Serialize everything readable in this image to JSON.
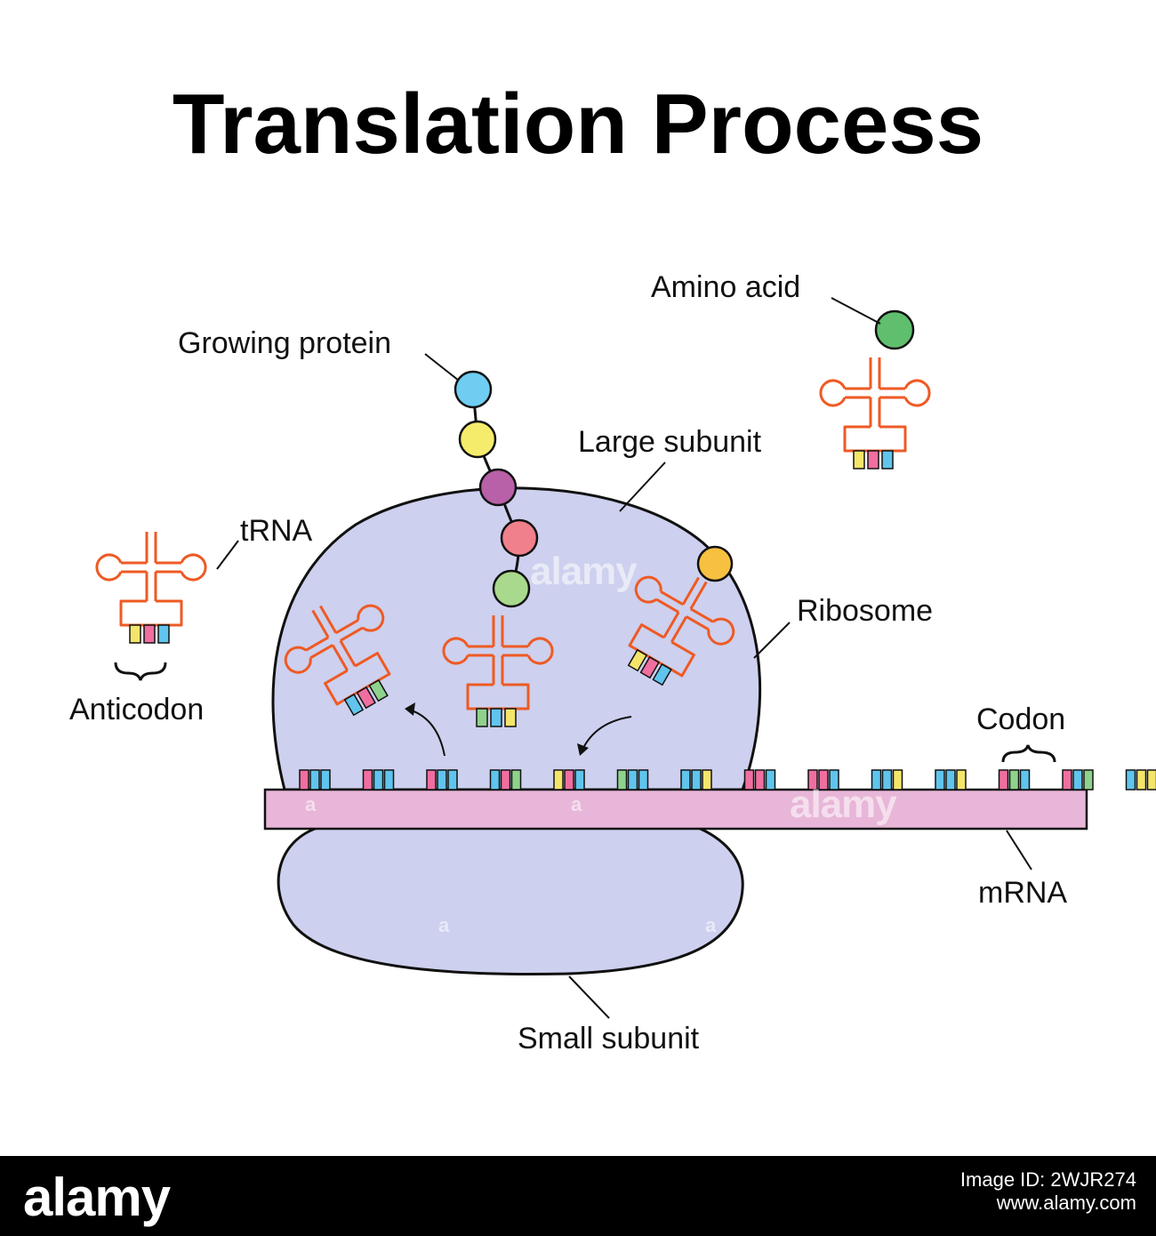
{
  "title": "Translation Process",
  "labels": {
    "amino_acid": "Amino acid",
    "growing_protein": "Growing protein",
    "large_subunit": "Large subunit",
    "trna": "tRNA",
    "ribosome": "Ribosome",
    "anticodon": "Anticodon",
    "codon": "Codon",
    "mrna": "mRNA",
    "small_subunit": "Small subunit"
  },
  "colors": {
    "ribosome_fill": "#cdd0ee",
    "mrna_fill": "#e8b6d8",
    "trna_stroke": "#ee5a24",
    "base_pink": "#f06ea0",
    "base_blue": "#60c4ec",
    "base_green": "#8fd28c",
    "base_yellow": "#f4e56a",
    "amino_green": "#5fbf6e",
    "protein_blue": "#6fcdf2",
    "protein_yellow": "#f6ec6b",
    "protein_purple": "#b860a8",
    "protein_pink": "#f0808c",
    "protein_lightgreen": "#a8d98c",
    "amino_orange": "#f8c040"
  },
  "watermark": {
    "brand": "alamy",
    "image_id": "Image ID: 2WJR274",
    "site": "www.alamy.com",
    "letter": "a"
  }
}
